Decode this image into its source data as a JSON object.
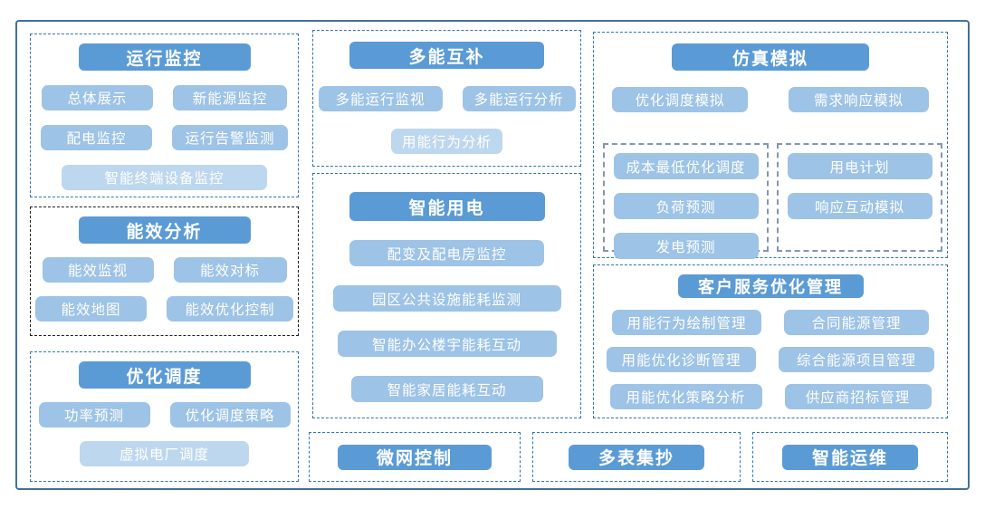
{
  "palette": {
    "header_bg": "#5B9BD5",
    "item_bg": "#9DC3E6",
    "item_light_bg": "#BDD7EE",
    "group_border": "#2E75B6",
    "dark_border": "#1F1F1F",
    "subgroup_border": "#8496B0",
    "frame_border": "#41719C",
    "btn_text": "#FFFFFF"
  },
  "groups": {
    "operation_monitoring": {
      "title": "运行监控",
      "items": [
        "总体展示",
        "新能源监控",
        "配电监控",
        "运行告警监测",
        "智能终端设备监控"
      ]
    },
    "energy_efficiency_analysis": {
      "title": "能效分析",
      "items": [
        "能效监视",
        "能效对标",
        "能效地图",
        "能效优化控制"
      ]
    },
    "optimal_dispatch": {
      "title": "优化调度",
      "items": [
        "功率预测",
        "优化调度策略",
        "虚拟电厂调度"
      ]
    },
    "multi_energy_complementary": {
      "title": "多能互补",
      "items": [
        "多能运行监视",
        "多能运行分析",
        "用能行为分析"
      ]
    },
    "smart_power_use": {
      "title": "智能用电",
      "items": [
        "配变及配电房监控",
        "园区公共设施能耗监测",
        "智能办公楼宇能耗互动",
        "智能家居能耗互动"
      ]
    },
    "simulation": {
      "title": "仿真模拟",
      "items": [
        "优化调度模拟",
        "需求响应模拟"
      ],
      "sub_left": {
        "items": [
          "成本最低优化调度",
          "负荷预测",
          "发电预测"
        ]
      },
      "sub_right": {
        "items": [
          "用电计划",
          "响应互动模拟"
        ]
      }
    },
    "customer_service_optimization": {
      "title": "客户服务优化管理",
      "items": [
        "用能行为绘制管理",
        "合同能源管理",
        "用能优化诊断管理",
        "综合能源项目管理",
        "用能优化策略分析",
        "供应商招标管理"
      ]
    },
    "microgrid_control": {
      "title": "微网控制"
    },
    "multi_meter_reading": {
      "title": "多表集抄"
    },
    "smart_operation_maintenance": {
      "title": "智能运维"
    }
  }
}
